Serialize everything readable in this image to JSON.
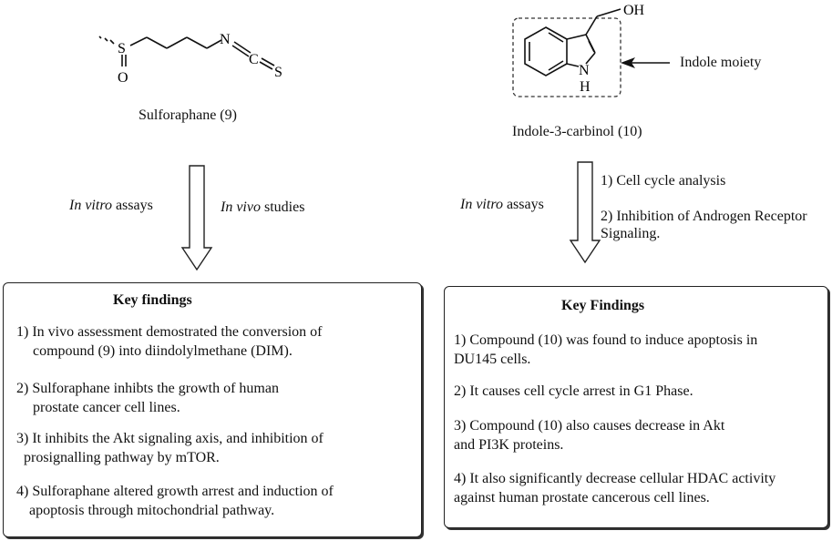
{
  "left": {
    "molecule_label": "Sulforaphane (9)",
    "atoms": {
      "s": "S",
      "o": "O",
      "n": "N",
      "c": "C",
      "s2": "S"
    },
    "method_left_italic": "In vitro",
    "method_left_rest": " assays",
    "method_right_italic": "In vivo",
    "method_right_rest": " studies",
    "box_title": "Key findings",
    "findings": [
      [
        "1) In vivo assessment demostrated the conversion of",
        "compound (9) into diindolylmethane (DIM)."
      ],
      [
        "2) Sulforaphane inhibts the growth of human",
        "prostate cancer cell lines."
      ],
      [
        "3) It inhibits the Akt signaling axis, and inhibition of",
        "prosignalling pathway by mTOR."
      ],
      [
        "4) Sulforaphane altered growth arrest and induction of",
        "apoptosis through mitochondrial pathway."
      ]
    ]
  },
  "right": {
    "molecule_label": "Indole-3-carbinol (10)",
    "atoms": {
      "oh": "OH",
      "nh_n": "N",
      "nh_h": "H"
    },
    "moiety_label": "Indole moiety",
    "method_italic": "In vitro",
    "method_rest": " assays",
    "steps": [
      "1) Cell cycle analysis",
      "2) Inhibition of Androgen Receptor",
      "Signaling."
    ],
    "box_title": "Key Findings",
    "findings": [
      [
        "1) Compound (10) was found to induce apoptosis in",
        "DU145 cells."
      ],
      [
        "2) It causes cell cycle arrest in G1 Phase."
      ],
      [
        "3) Compound (10) also causes decrease in Akt",
        "and PI3K proteins."
      ],
      [
        "4) It also significantly decrease cellular HDAC activity",
        "against human prostate cancerous cell lines."
      ]
    ]
  }
}
